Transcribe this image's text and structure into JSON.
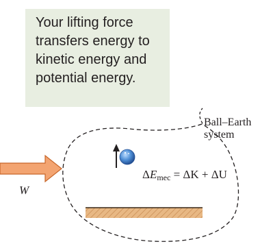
{
  "callout": {
    "lines": [
      "Your lifting force",
      "transfers energy to",
      "kinetic energy and",
      "potential energy."
    ],
    "bg_color": "#e8eee1"
  },
  "system_label": {
    "line1": "Ball–Earth",
    "line2": "system"
  },
  "work_label": "W",
  "equation": {
    "lhs_delta": "Δ",
    "lhs_symbol": "E",
    "lhs_sub": "mec",
    "rhs": " = ΔK + ΔU"
  },
  "colors": {
    "arrow_fill": "#f3a471",
    "arrow_stroke": "#c8662a",
    "ball": "#4f8fd6",
    "ground": "#e8b884",
    "ground_line": "#3a2a1a"
  }
}
